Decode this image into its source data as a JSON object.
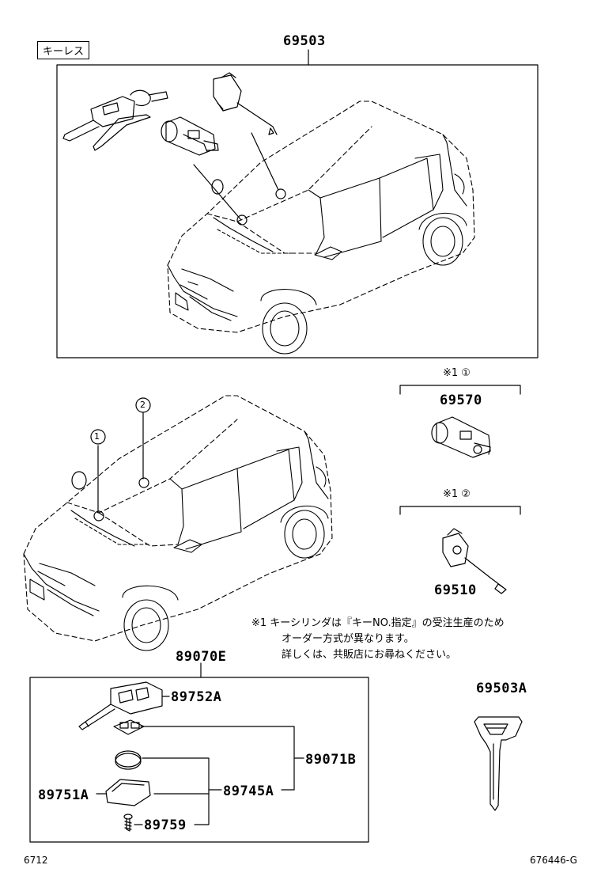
{
  "diagram": {
    "keyless_tag": "キーレス",
    "upper_assembly_part": "69503",
    "note_label_1": "※1 ①",
    "part_69570": "69570",
    "note_label_2": "※1 ②",
    "part_69510": "69510",
    "callout_1": "1",
    "callout_2": "2",
    "note_lines": [
      "※1  キーシリンダは『キーNO.指定』の受注生産のため",
      "オーダー方式が異なります。",
      "詳しくは、共販店にお尋ねください。"
    ],
    "transmitter_assembly_part": "89070E",
    "parts": {
      "p89752A": "89752A",
      "p89071B": "89071B",
      "p89745A": "89745A",
      "p89751A": "89751A",
      "p89759": "89759",
      "p69503A": "69503A"
    },
    "footer_left": "6712",
    "footer_right": "676446-G"
  }
}
